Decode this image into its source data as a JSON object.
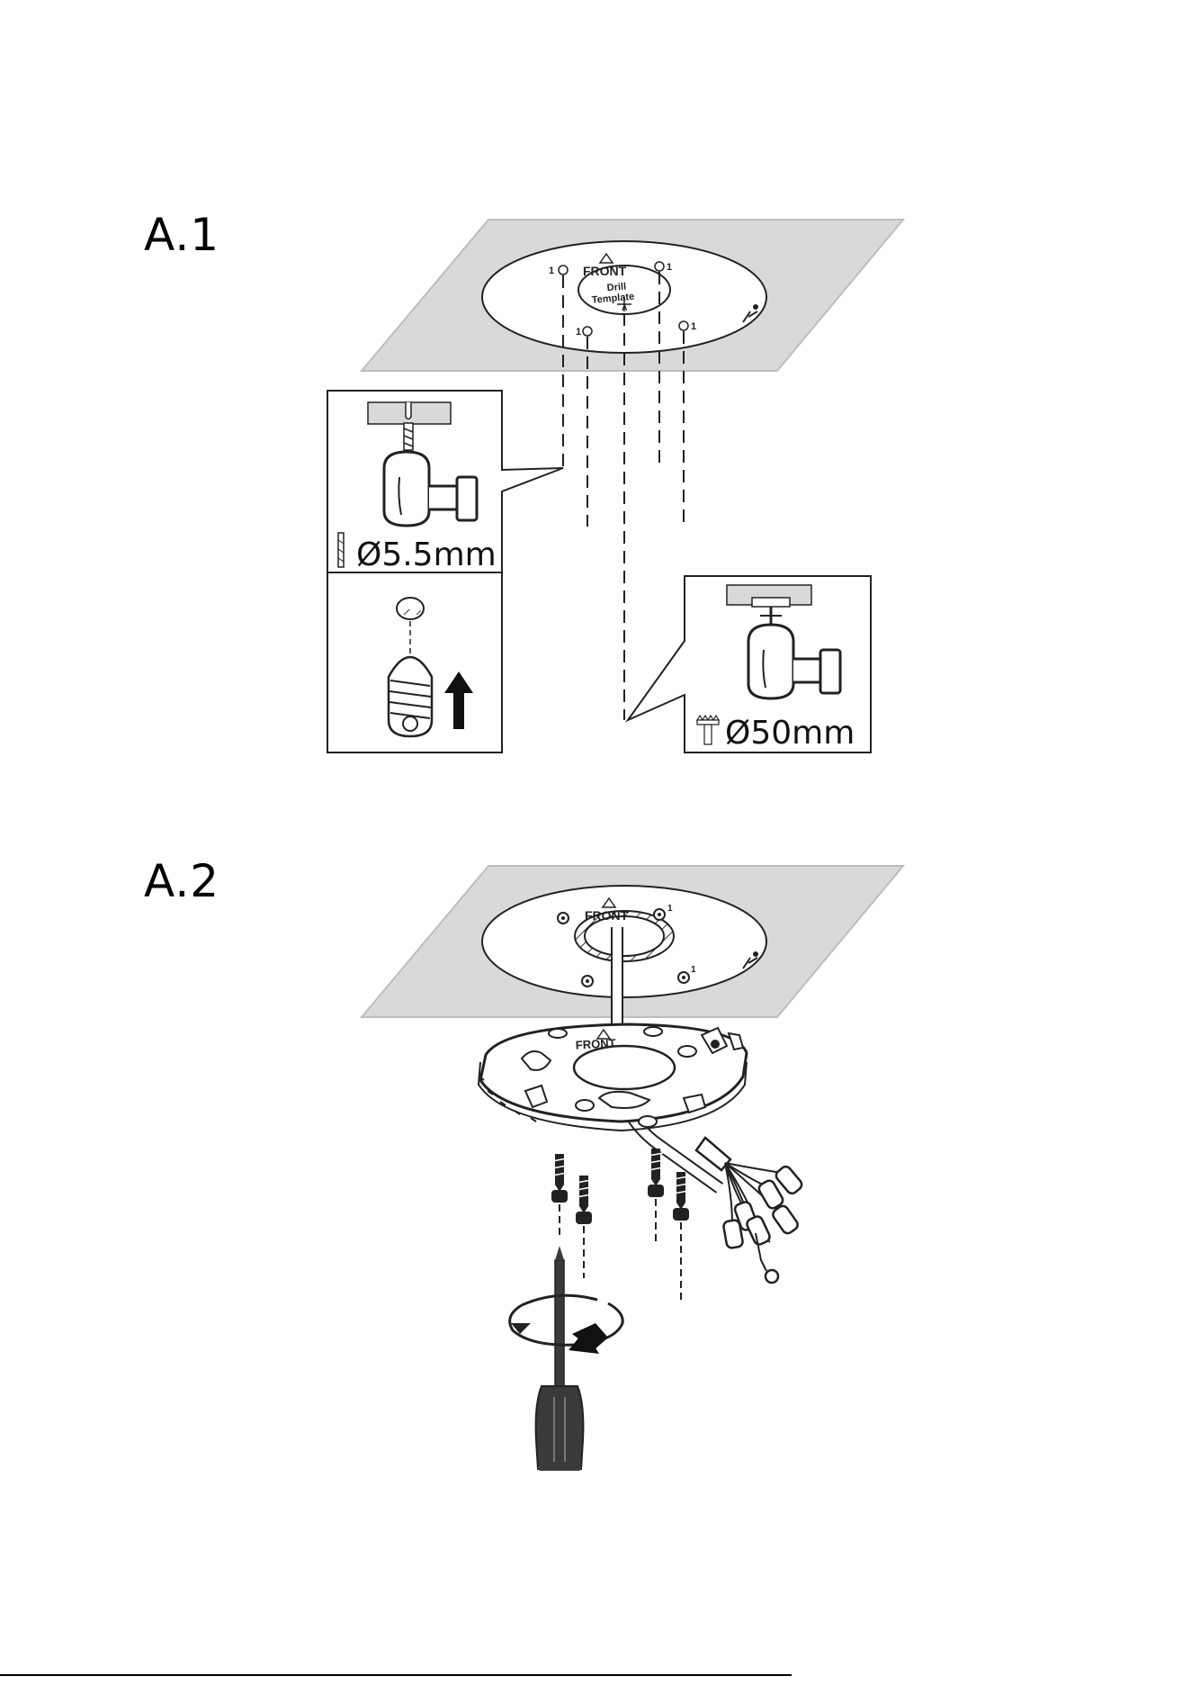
{
  "steps": {
    "a1": {
      "label": "A.1",
      "template_front": "FRONT",
      "template_center": [
        "Drill",
        "Template"
      ],
      "template_center_mark": "A",
      "hole_mark": "1",
      "drill_small_diameter": "Ø5.5mm",
      "drill_large_diameter": "Ø50mm"
    },
    "a2": {
      "label": "A.2",
      "plate_front": "FRONT",
      "bracket_front": "FRONT",
      "hole_mark": "1"
    }
  },
  "colors": {
    "ceiling": "#d9d9d9",
    "ink": "#111111",
    "dark_metal": "#3a3a3a"
  }
}
